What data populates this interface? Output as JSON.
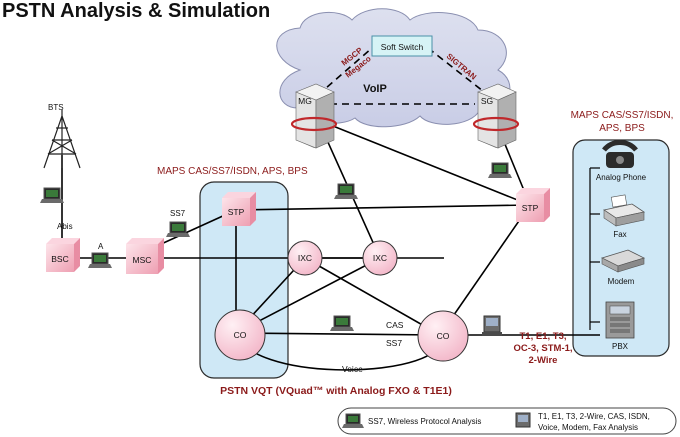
{
  "title": "PSTN Analysis & Simulation",
  "cloud": {
    "label": "VoIP",
    "soft_switch": "Soft Switch",
    "mg": "MG",
    "sg": "SG",
    "mgcp": "MGCP",
    "megaco": "Megaco",
    "sigtran": "SIGTRAN"
  },
  "bts": "BTS",
  "abis": "Abis",
  "bsc": "BSC",
  "a_link": "A",
  "msc": "MSC",
  "ss7_left": "SS7",
  "stp_left": "STP",
  "stp_right": "STP",
  "ixc_1": "IXC",
  "ixc_2": "IXC",
  "co_left": "CO",
  "co_right": "CO",
  "cas": "CAS",
  "ss7_mid": "SS7",
  "voice": "Voice",
  "maps_left": "MAPS CAS/SS7/ISDN, APS, BPS",
  "maps_right": [
    "MAPS CAS/SS7/ISDN,",
    "APS, BPS"
  ],
  "devices": [
    "Analog Phone",
    "Fax",
    "Modem",
    "PBX"
  ],
  "interfaces": [
    "T1, E1, T3,",
    "OC-3, STM-1,",
    "2-Wire"
  ],
  "pstn_vqt": "PSTN VQT (VQuad™  with Analog FXO & T1E1)",
  "legend": {
    "item1": "SS7, Wireless Protocol Analysis",
    "item2": [
      "T1, E1, T3, 2-Wire, CAS, ISDN,",
      "Voice, Modem, Fax Analysis"
    ]
  },
  "colors": {
    "node_pink": "#f8c6d6",
    "stp_pink": "#f4b6c2",
    "panel_blue": "#cfe8f6",
    "maroon": "#8b1a1a",
    "line": "#000000"
  }
}
